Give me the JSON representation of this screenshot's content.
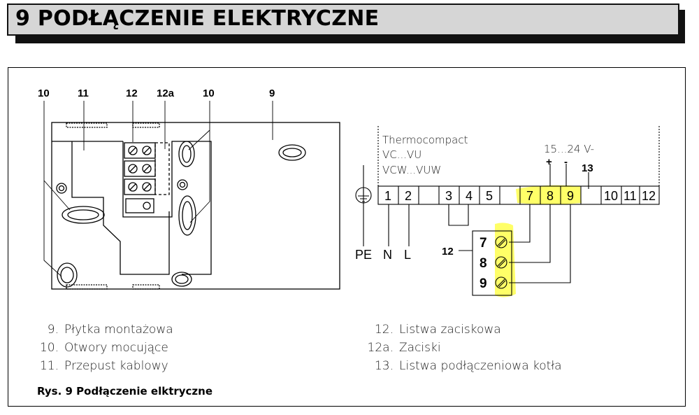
{
  "header": {
    "title": "9 PODŁĄCZENIE ELEKTRYCZNE"
  },
  "diagram_left": {
    "labels": [
      "10",
      "11",
      "12",
      "12a",
      "10",
      "9"
    ]
  },
  "diagram_right": {
    "device_lines": [
      "Thermocompact",
      "VC...VU",
      "VCW...VUW"
    ],
    "voltage": "15...24 V-",
    "plus": "+",
    "minus": "-",
    "label_13": "13",
    "terminals": [
      "1",
      "2",
      "3",
      "4",
      "5",
      "7",
      "8",
      "9",
      "10",
      "11",
      "12"
    ],
    "bottom_labels": [
      "PE",
      "N",
      "L"
    ],
    "label_12": "12",
    "strip_numbers": [
      "7",
      "8",
      "9"
    ],
    "highlight_color": "#ffff4d"
  },
  "legend": {
    "left": [
      {
        "num": "9.",
        "text": "Płytka montażowa"
      },
      {
        "num": "10.",
        "text": "Otwory mocujące"
      },
      {
        "num": "11.",
        "text": "Przepust kablowy"
      }
    ],
    "right": [
      {
        "num": "12.",
        "text": "Listwa zaciskowa"
      },
      {
        "num": "12a.",
        "text": "Zaciski"
      },
      {
        "num": "13.",
        "text": "Listwa podłączeniowa kotła"
      }
    ]
  },
  "caption": "Rys. 9 Podłączenie elktryczne"
}
